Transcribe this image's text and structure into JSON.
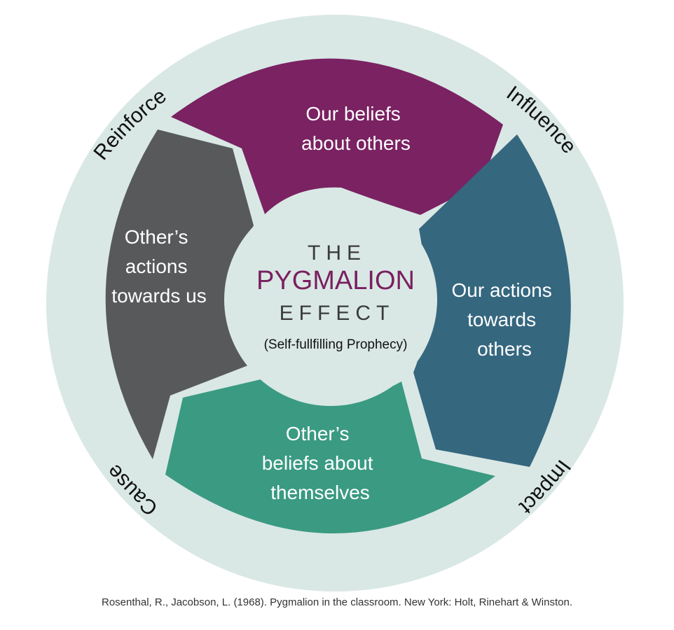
{
  "center": {
    "line1": "THE",
    "line2": "PYGMALION",
    "line3": "EFFECT",
    "subtitle": "(Self-fullfilling Prophecy)"
  },
  "segments": [
    {
      "lines": [
        "Our beliefs",
        "about others"
      ],
      "color": "#7a2262"
    },
    {
      "lines": [
        "Our actions",
        "towards",
        "others"
      ],
      "color": "#35677f"
    },
    {
      "lines": [
        "Other’s",
        "beliefs about",
        "themselves"
      ],
      "color": "#3a9a82"
    },
    {
      "lines": [
        "Other’s",
        "actions",
        "towards us"
      ],
      "color": "#58595b"
    }
  ],
  "arc_labels": {
    "influence": "Influence",
    "impact": "Impact",
    "cause": "Cause",
    "reinforce": "Reinforce"
  },
  "citation": "Rosenthal, R., Jacobson, L. (1968). Pygmalion in the classroom. New York: Holt, Rinehart & Winston.",
  "colors": {
    "outer_ring": "#d9e8e5",
    "center_fill": "#d9e8e5",
    "accent_title": "#7a1f5f"
  }
}
